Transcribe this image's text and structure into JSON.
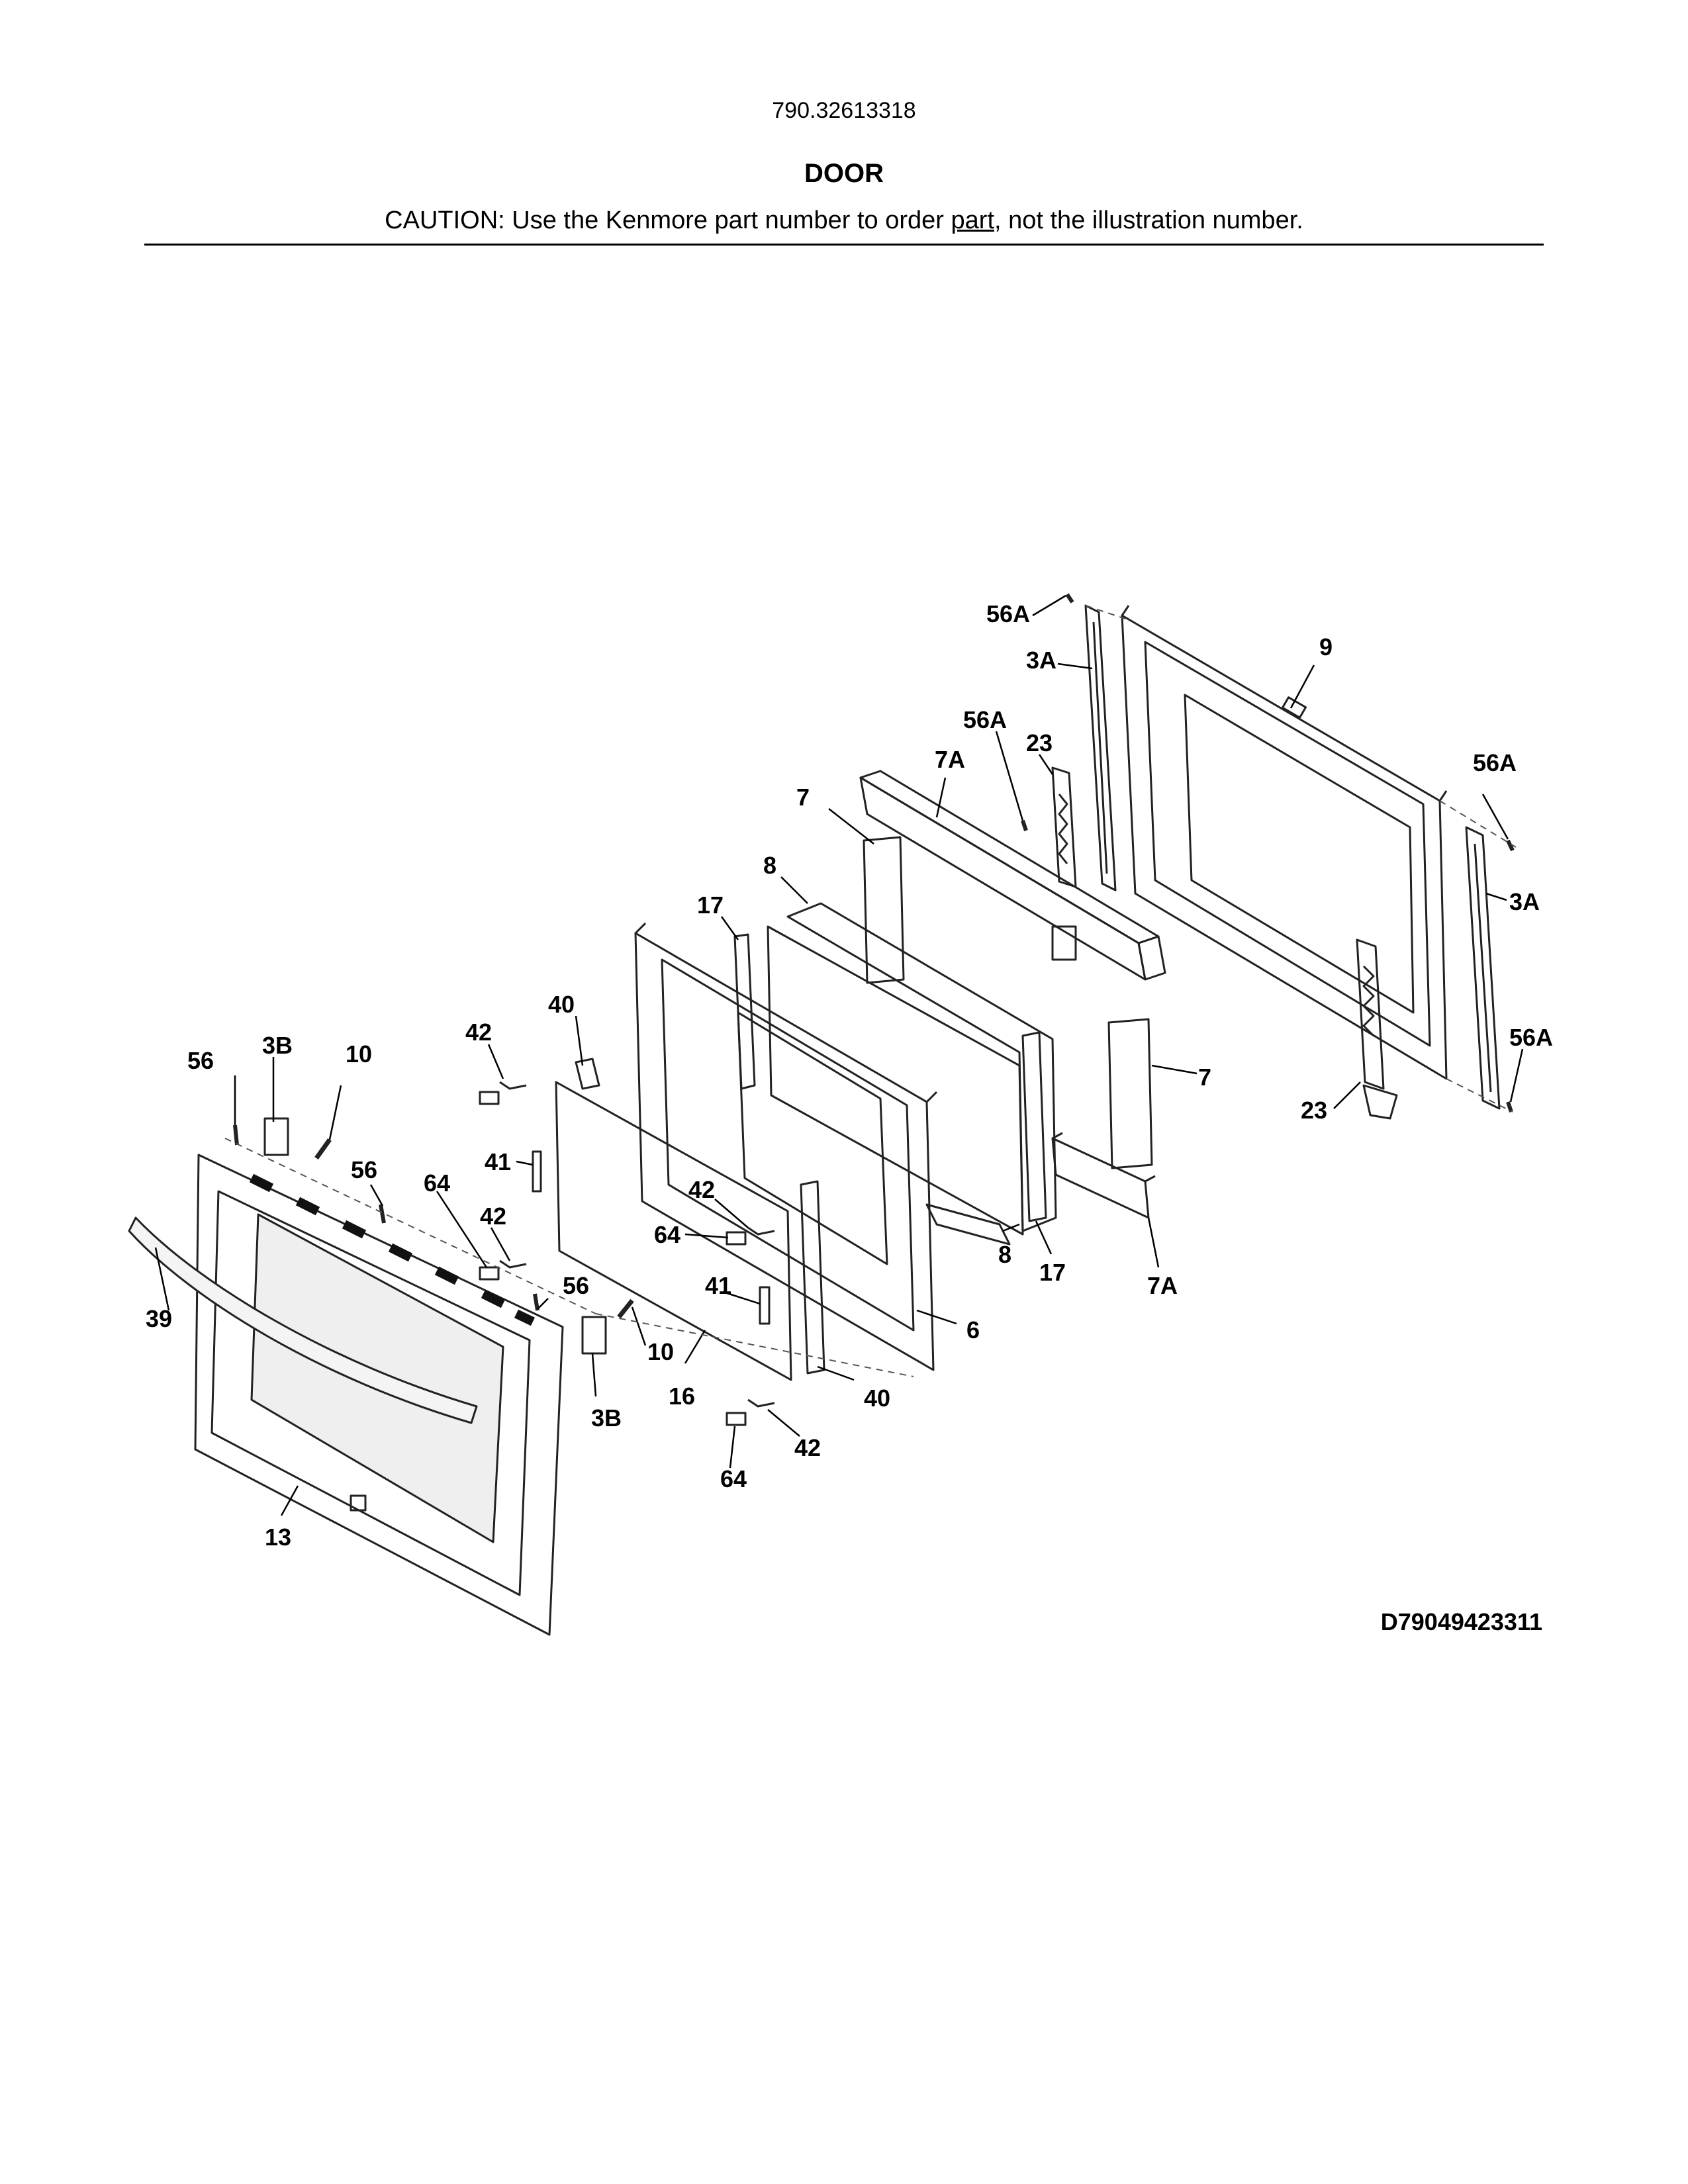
{
  "header": {
    "model_number": "790.32613318",
    "section_title": "DOOR",
    "caution_prefix": "CAUTION: Use the Kenmore part number to order ",
    "caution_underlined": "part",
    "caution_suffix": ", not the illustration number."
  },
  "diagram": {
    "drawing_code": "D79049423311",
    "callouts": {
      "c56A_top": "56A",
      "c3A_top": "3A",
      "c9": "9",
      "c56A_mid": "56A",
      "c23_top": "23",
      "c7A_top": "7A",
      "c56A_right": "56A",
      "c7_top": "7",
      "c8_top": "8",
      "c3A_right": "3A",
      "c17_top": "17",
      "c40_top": "40",
      "c42_top": "42",
      "c3B_top": "3B",
      "c10_top": "10",
      "c56_left": "56",
      "c56A_bottom": "56A",
      "c7_right": "7",
      "c23_bottom": "23",
      "c41_top": "41",
      "c64_left": "64",
      "c56_mid": "56",
      "c42_center": "42",
      "c64_center": "64",
      "c42_left": "42",
      "c56_lower": "56",
      "c41_center": "41",
      "c8_bottom": "8",
      "c17_bottom": "17",
      "c7A_bottom": "7A",
      "c6": "6",
      "c39": "39",
      "c10_lower": "10",
      "c16": "16",
      "c40_bottom": "40",
      "c3B_bottom": "3B",
      "c42_bottom": "42",
      "c64_bottom": "64",
      "c13": "13"
    }
  }
}
